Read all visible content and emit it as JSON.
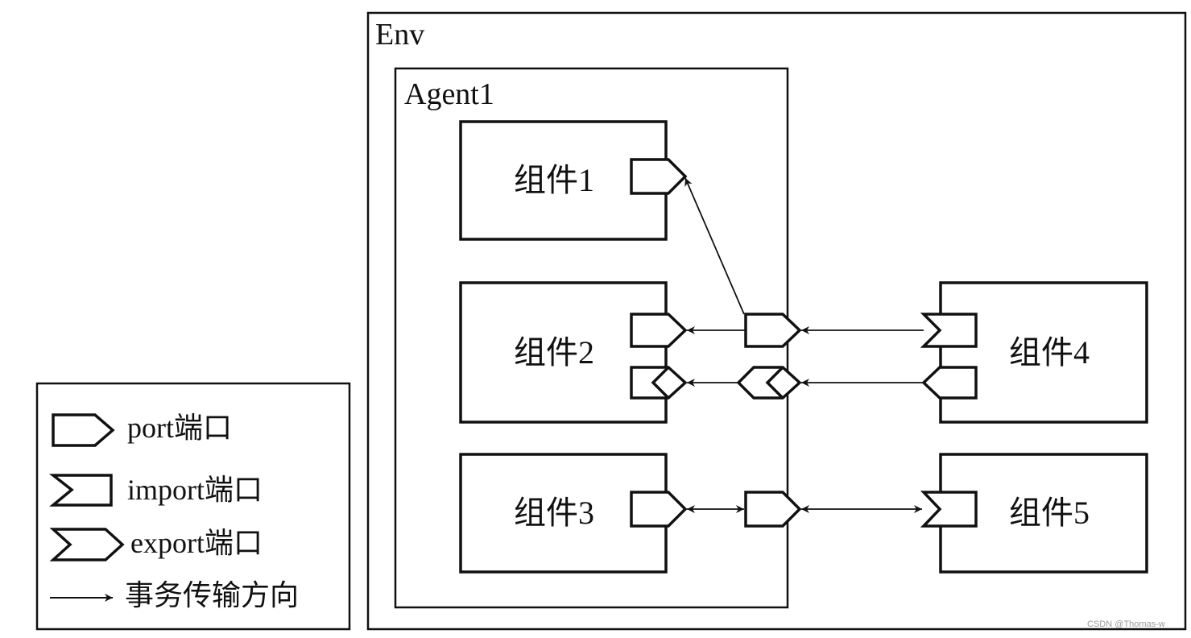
{
  "env": {
    "label": "Env"
  },
  "agent": {
    "label": "Agent1"
  },
  "components": {
    "c1": "组件1",
    "c2": "组件2",
    "c3": "组件3",
    "c4": "组件4",
    "c5": "组件5"
  },
  "legend": {
    "port": "port端口",
    "import": "import端口",
    "export": "export端口",
    "direction": "事务传输方向"
  },
  "watermark": "CSDN @Thomas-w"
}
